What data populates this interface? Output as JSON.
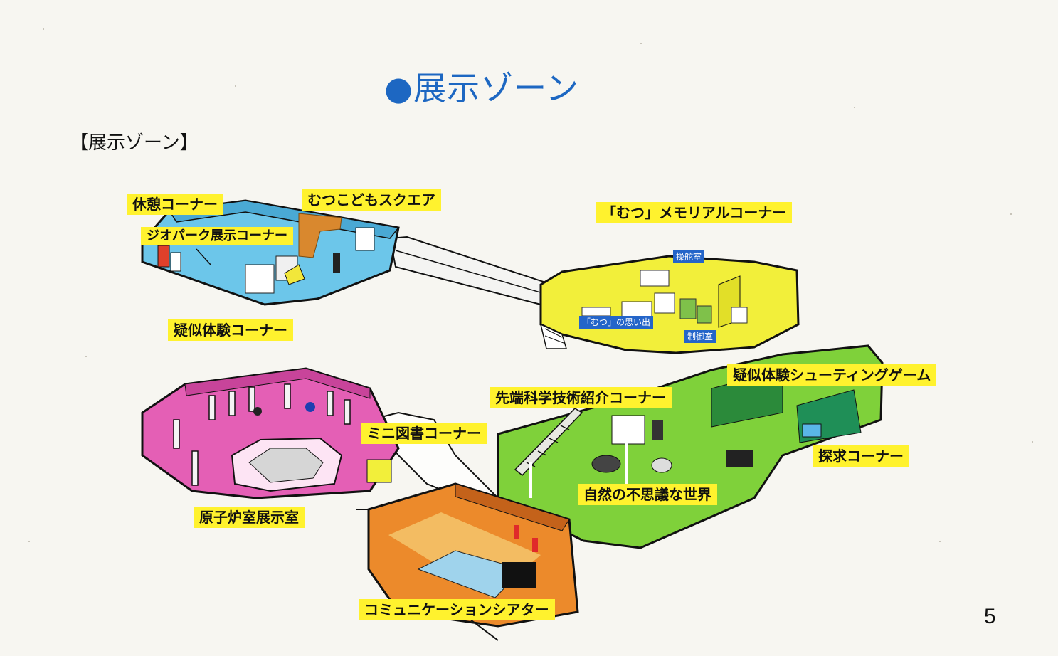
{
  "title": "●展示ゾーン",
  "subheading": "【展示ゾーン】",
  "page_number": "5",
  "colors": {
    "title_blue": "#1d67c2",
    "label_yellow": "#fff22e",
    "zone_blue": "#6cc6ea",
    "zone_yellow": "#f2ef3a",
    "zone_green": "#7fd13a",
    "zone_pink": "#e45fb5",
    "zone_orange": "#ec8a2b"
  },
  "labels": {
    "rest_corner": "休憩コーナー",
    "kids_square": "むつこどもスクエア",
    "geopark_corner": "ジオパーク展示コーナー",
    "simulation_corner": "疑似体験コーナー",
    "memorial_corner": "「むつ」メモリアルコーナー",
    "bridge_tag": "操舵室",
    "memories_tag": "「むつ」の思い出",
    "control_room_tag": "制御室",
    "shooting_game": "疑似体験シューティングゲーム",
    "science_corner": "先端科学技術紹介コーナー",
    "mini_library": "ミニ図書コーナー",
    "exploration_corner": "探求コーナー",
    "nature_world": "自然の不思議な世界",
    "reactor_room": "原子炉室展示室",
    "theater": "コミュニケーションシアター"
  }
}
